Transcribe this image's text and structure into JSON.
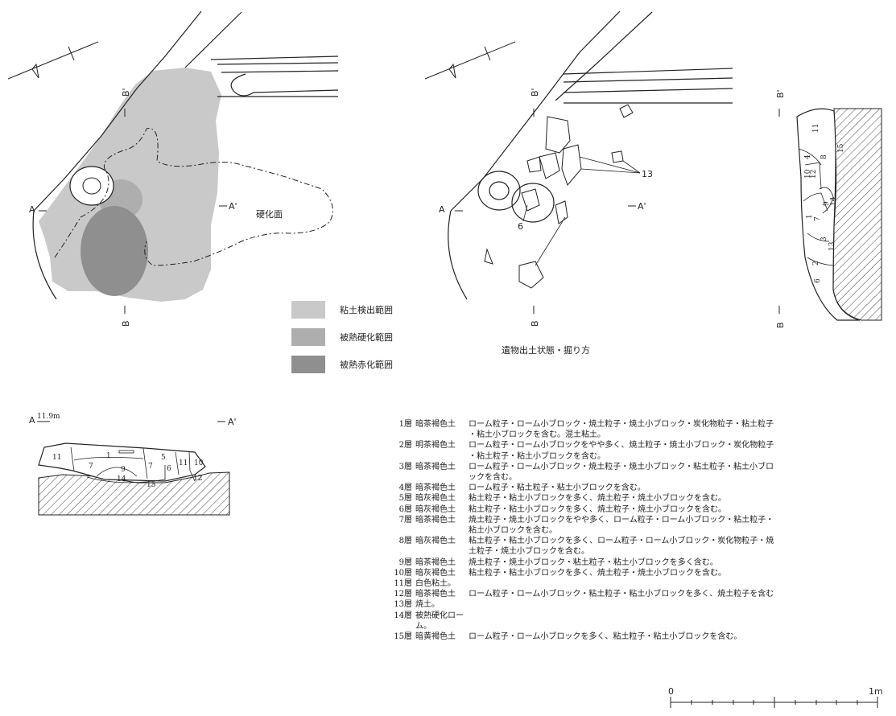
{
  "plan_labels": {
    "a": "A",
    "a_prime": "A'",
    "b": "B",
    "b_prime": "B'",
    "hardened_surface": "硬化面",
    "artifact_13": "13",
    "artifact_6": "6"
  },
  "legend": [
    {
      "label": "粘土検出範囲",
      "color": "#c9c9c9"
    },
    {
      "label": "被熱硬化範囲",
      "color": "#aeaeae"
    },
    {
      "label": "被熱赤化範囲",
      "color": "#8f8f8f"
    }
  ],
  "caption": "遺物出土状態・掘り方",
  "section": {
    "elevation": "11.9m",
    "a": "A",
    "a_prime": "A'",
    "layer_numbers": [
      "11",
      "1",
      "5",
      "7",
      "9",
      "7",
      "6",
      "11",
      "10",
      "12",
      "14",
      "15"
    ],
    "side_numbers": [
      "11",
      "4",
      "8",
      "15",
      "10",
      "12",
      "9",
      "14",
      "7",
      "1",
      "3",
      "13",
      "2",
      "6"
    ]
  },
  "layers": [
    {
      "no": "1層",
      "soil": "暗茶褐色土",
      "desc": "ローム粒子・ローム小ブロック・焼土粒子・焼土小ブロック・炭化物粒子・粘土粒子",
      "desc2": "・粘土小ブロックを含む。混土粘土。"
    },
    {
      "no": "2層",
      "soil": "明茶褐色土",
      "desc": "ローム粒子・ローム小ブロックをやや多く、焼土粒子・焼土小ブロック・炭化物粒子",
      "desc2": "・粘土粒子・粘土小ブロックを含む。"
    },
    {
      "no": "3層",
      "soil": "暗茶褐色土",
      "desc": "ローム粒子・ローム小ブロック・焼土粒子・焼土小ブロック・粘土粒子・粘土小ブロ",
      "desc2": "ックを含む。"
    },
    {
      "no": "4層",
      "soil": "暗茶褐色土",
      "desc": "ローム粒子・粘土粒子・粘土小ブロックを含む。",
      "desc2": ""
    },
    {
      "no": "5層",
      "soil": "暗灰褐色土",
      "desc": "粘土粒子・粘土小ブロックを多く、焼土粒子・焼土小ブロックを含む。",
      "desc2": ""
    },
    {
      "no": "6層",
      "soil": "暗灰褐色土",
      "desc": "粘土粒子・粘土小ブロックを多く、焼土粒子・焼土小ブロックを含む。",
      "desc2": ""
    },
    {
      "no": "7層",
      "soil": "暗茶褐色土",
      "desc": "焼土粒子・焼土小ブロックをやや多く、ローム粒子・ローム小ブロック・粘土粒子・",
      "desc2": "粘土小ブロックを含む。"
    },
    {
      "no": "8層",
      "soil": "暗灰褐色土",
      "desc": "粘土粒子・粘土小ブロックを多く、ローム粒子・ローム小ブロック・炭化物粒子・焼",
      "desc2": "土粒子・焼土小ブロックを含む。"
    },
    {
      "no": "9層",
      "soil": "暗茶褐色土",
      "desc": "焼土粒子・焼土小ブロック・粘土粒子・粘土小ブロックを多く含む。",
      "desc2": ""
    },
    {
      "no": "10層",
      "soil": "暗灰褐色土",
      "desc": "粘土粒子・粘土小ブロックを多く、焼土粒子・焼土小ブロックを含む。",
      "desc2": ""
    },
    {
      "no": "11層",
      "soil": "白色粘土。",
      "desc": "",
      "desc2": ""
    },
    {
      "no": "12層",
      "soil": "暗茶褐色土",
      "desc": "ローム粒子・ローム小ブロック・粘土粒子・粘土小ブロックを多く、焼土粒子を含む",
      "desc2": ""
    },
    {
      "no": "13層",
      "soil": "焼土。",
      "desc": "",
      "desc2": ""
    },
    {
      "no": "14層",
      "soil": "被熱硬化ローム。",
      "desc": "",
      "desc2": ""
    },
    {
      "no": "15層",
      "soil": "暗黄褐色土",
      "desc": "ローム粒子・ローム小ブロックを多く、粘土粒子・粘土小ブロックを含む。",
      "desc2": ""
    }
  ],
  "scale": {
    "start": "0",
    "end": "1m"
  }
}
